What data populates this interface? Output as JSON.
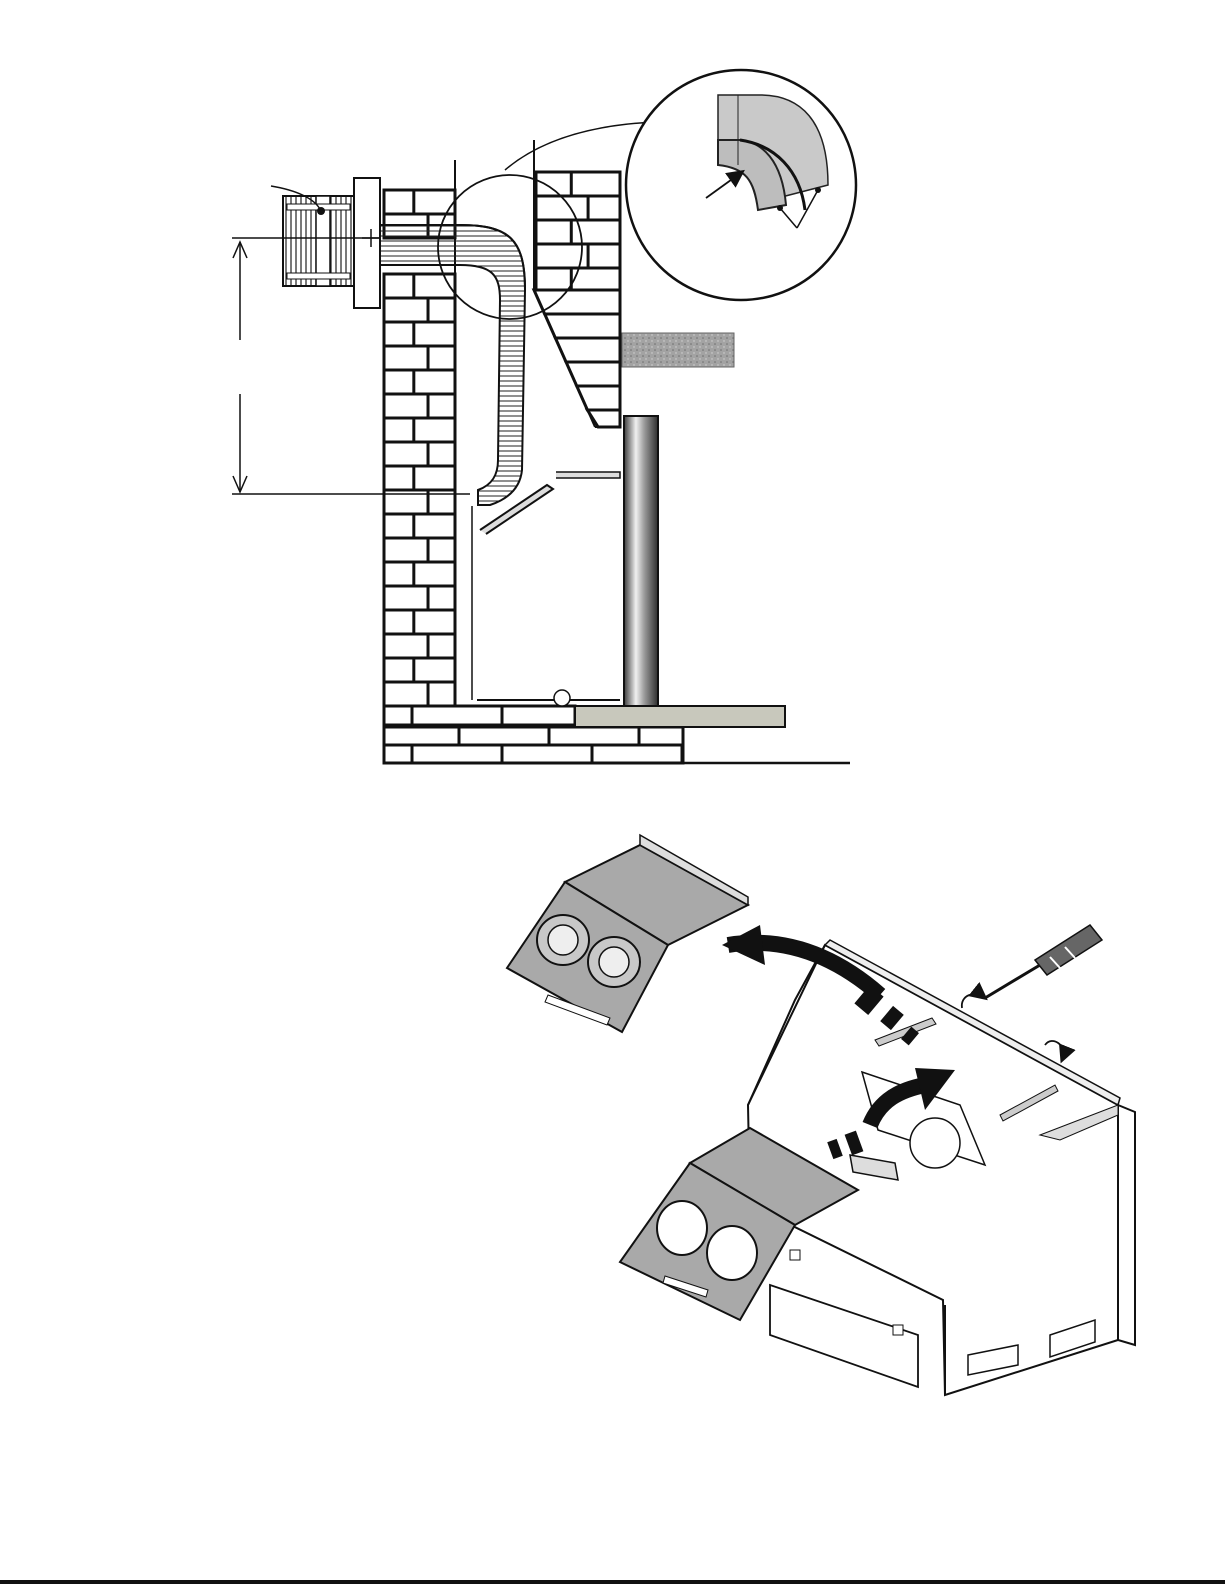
{
  "document": {
    "page_type": "technical illustration",
    "figures": [
      {
        "name": "fireplace-vent-cross-section"
      },
      {
        "name": "firebox-top-panel-assembly"
      }
    ]
  },
  "colors": {
    "ink": "#111111",
    "panel_gray": "#a9a9a9",
    "hearth_gray": "#c8c8bc",
    "mantel_gray": "#9a9a9a",
    "pipe_light": "#e6e6e6",
    "pipe_dark": "#4a4a4a"
  },
  "icons": [
    "magnify-detail-icon",
    "arrow-icon",
    "screwdriver-icon",
    "rotate-arrow-icon"
  ]
}
